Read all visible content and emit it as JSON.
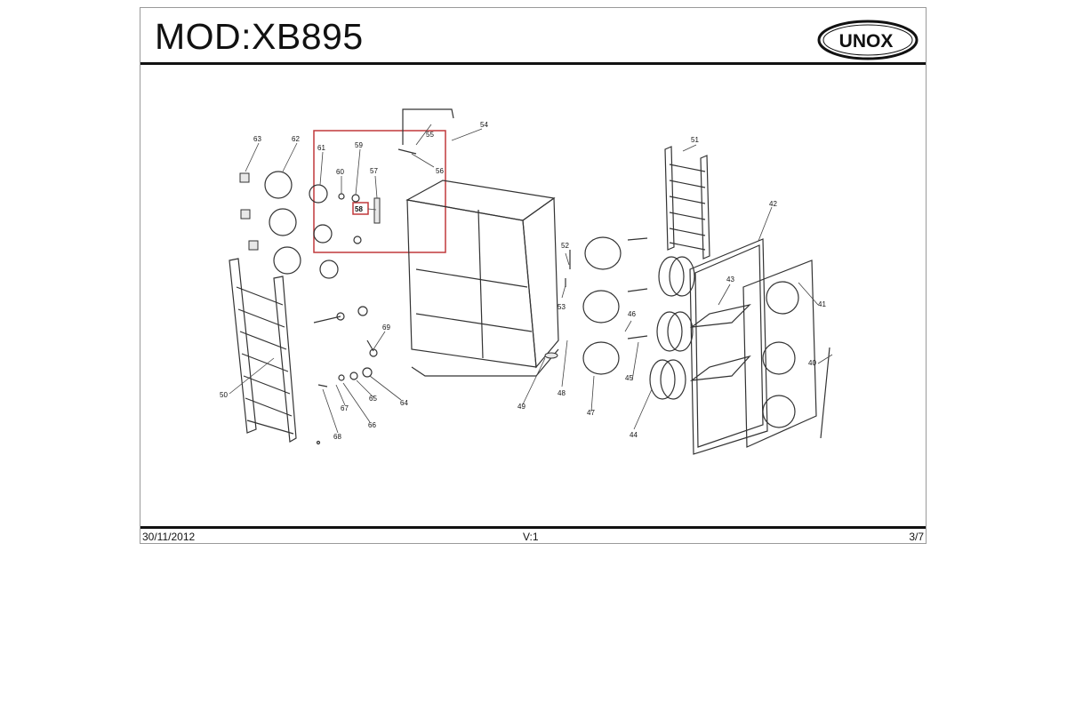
{
  "header": {
    "title": "MOD:XB895",
    "brand": "UNOX"
  },
  "footer": {
    "date": "30/11/2012",
    "version": "V:1",
    "page": "3/7"
  },
  "callouts": {
    "c40": "40",
    "c41": "41",
    "c42": "42",
    "c43": "43",
    "c44": "44",
    "c45": "45",
    "c46": "46",
    "c47": "47",
    "c48": "48",
    "c49": "49",
    "c50": "50",
    "c51": "51",
    "c52": "52",
    "c53": "53",
    "c54": "54",
    "c55": "55",
    "c56": "56",
    "c57": "57",
    "c58": "58",
    "c59": "59",
    "c60": "60",
    "c61": "61",
    "c62": "62",
    "c63": "63",
    "c64": "64",
    "c65": "65",
    "c66": "66",
    "c67": "67",
    "c68": "68",
    "c69": "69"
  },
  "colors": {
    "highlight": "#c0393b",
    "line": "#333333"
  }
}
